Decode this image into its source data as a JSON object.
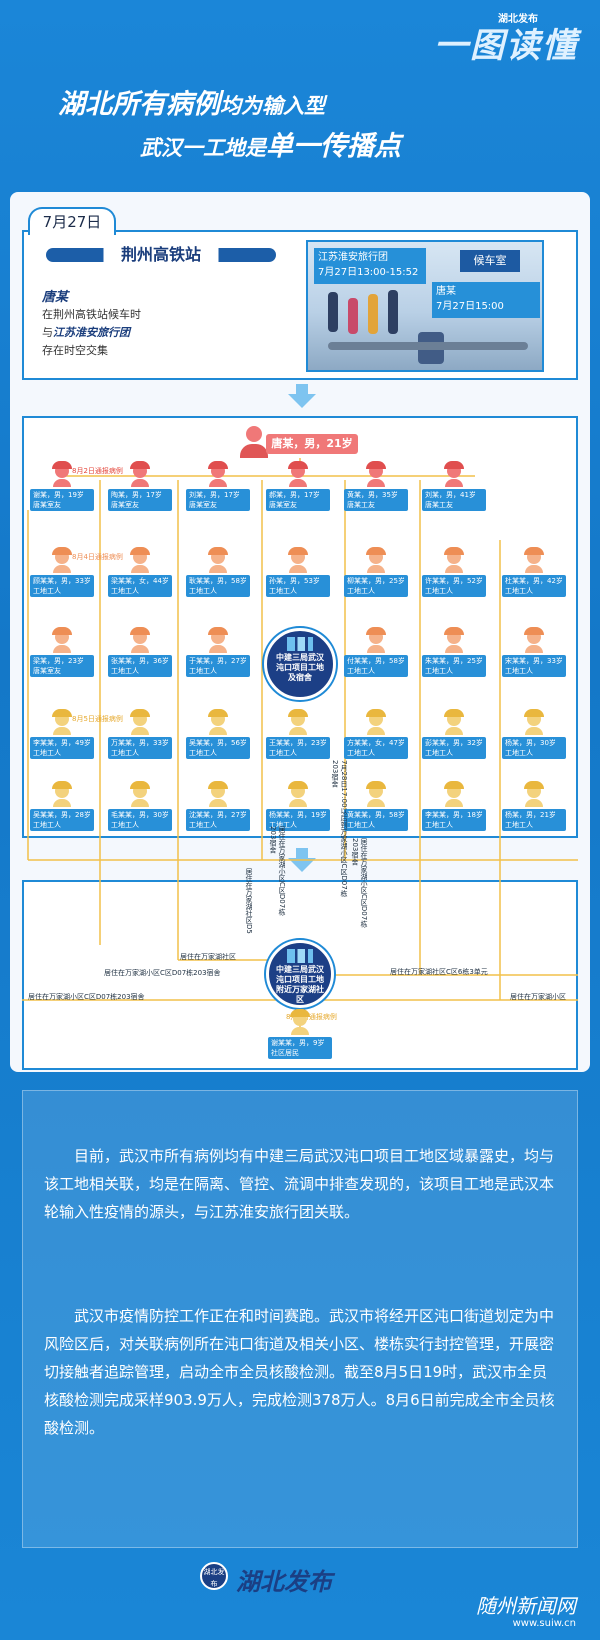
{
  "header": {
    "brand_small": "湖北发布",
    "brand_big": "一图读懂",
    "title1_a": "湖北所有病例",
    "title1_b": "均为输入型",
    "title2_a": "武汉一工地是",
    "title2_b": "单一传播点"
  },
  "section1": {
    "date": "7月27日",
    "station": "荆州高铁站",
    "person": "唐某",
    "line1": "在荆州高铁站候车时",
    "line2_prefix": "与",
    "line2_group": "江苏淮安旅行团",
    "line3": "存在时空交集",
    "photo": {
      "tag1_title": "江苏淮安旅行团",
      "tag1_time": "7月27日13:00-15:52",
      "sign": "候车室",
      "tag2_title": "唐某",
      "tag2_time": "7月27日15:00"
    }
  },
  "diagram": {
    "source": "唐某，男，21岁",
    "tag_aug2": "8月2日通报病例",
    "tag_aug4": "8月4日通报病例",
    "tag_aug5": "8月5日通报病例",
    "tag_aug5b": "8月5日通报病例",
    "rows": [
      [
        {
          "name": "谢某，男，19岁",
          "role": "唐某室友"
        },
        {
          "name": "陶某，男，17岁",
          "role": "唐某室友"
        },
        {
          "name": "刘某，男，17岁",
          "role": "唐某室友"
        },
        {
          "name": "郝某，男，17岁",
          "role": "唐某室友"
        },
        {
          "name": "黄某，男，35岁",
          "role": "唐某工友"
        },
        {
          "name": "刘某，男，41岁",
          "role": "唐某工友"
        }
      ],
      [
        {
          "name": "顾某某，男，33岁",
          "role": "工地工人"
        },
        {
          "name": "梁某某，女，44岁",
          "role": "工地工人"
        },
        {
          "name": "耿某某，男，58岁",
          "role": "工地工人"
        },
        {
          "name": "孙某，男，53岁",
          "role": "工地工人"
        },
        {
          "name": "柳某某，男，25岁",
          "role": "工地工人"
        },
        {
          "name": "许某某，男，52岁",
          "role": "工地工人"
        },
        {
          "name": "杜某某，男，42岁",
          "role": "工地工人"
        }
      ],
      [
        {
          "name": "梁某，男，23岁",
          "role": "唐某室友"
        },
        {
          "name": "张某某，男，36岁",
          "role": "工地工人"
        },
        {
          "name": "于某某，男，27岁",
          "role": "工地工人"
        },
        {
          "name": "付某某，男，58岁",
          "role": "工地工人"
        },
        {
          "name": "朱某某，男，25岁",
          "role": "工地工人"
        },
        {
          "name": "宋某某，男，33岁",
          "role": "工地工人"
        }
      ],
      [
        {
          "name": "李某某，男，49岁",
          "role": "工地工人"
        },
        {
          "name": "万某某，男，33岁",
          "role": "工地工人"
        },
        {
          "name": "吴某某，男，56岁",
          "role": "工地工人"
        },
        {
          "name": "王某某，男，23岁",
          "role": "工地工人"
        },
        {
          "name": "方某某，女，47岁",
          "role": "工地工人"
        },
        {
          "name": "彭某某，男，32岁",
          "role": "工地工人"
        },
        {
          "name": "杨某，男，30岁",
          "role": "工地工人"
        }
      ],
      [
        {
          "name": "吴某某，男，28岁",
          "role": "工地工人"
        },
        {
          "name": "毛某某，男，30岁",
          "role": "工地工人"
        },
        {
          "name": "沈某某，男，27岁",
          "role": "工地工人"
        },
        {
          "name": "杨某某，男，19岁",
          "role": "工地工人"
        },
        {
          "name": "黄某某，男，58岁",
          "role": "工地工人"
        },
        {
          "name": "李某某，男，18岁",
          "role": "工地工人"
        },
        {
          "name": "杨某，男，21岁",
          "role": "工地工人"
        }
      ]
    ],
    "site_circle": "中建三局武汉沌口项目工地及宿舍",
    "community_circle": "中建三局武汉沌口项目工地附近万家湖社区",
    "v_note1": "居住在万家湖小区C区D07栋203宿舍",
    "v_note2": "7月28日17:00以后到万家湖小区C区D07栋203宿舍",
    "v_note3": "居住在万家湖小区C区D07栋203宿舍",
    "v_note4": "居住在万家湖社区D5",
    "h_note1": "居住在万家湖社区",
    "h_note2": "居住在万家湖小区C区D07栋203宿舍",
    "h_note3": "居住在万家湖社区C区6栋3单元",
    "h_note4": "居住在万家湖小区C区D07栋203宿舍",
    "h_note5": "居住在万家湖小区",
    "bottom_case": {
      "name": "谢某某，男，9岁",
      "role": "社区居民"
    }
  },
  "text": {
    "para1": "目前，武汉市所有病例均有中建三局武汉沌口项目工地区域暴露史，均与该工地相关联，均是在隔离、管控、流调中排查发现的，该项目工地是武汉本轮输入性疫情的源头，与江苏淮安旅行团关联。",
    "para2": "武汉市疫情防控工作正在和时间赛跑。武汉市将经开区沌口街道划定为中风险区后，对关联病例所在沌口街道及相关小区、楼栋实行封控管理，开展密切接触者追踪管理，启动全市全员核酸检测。截至8月5日19时，武汉市全员核酸检测完成采样903.9万人，完成检测378万人。8月6日前完成全市全员核酸检测。"
  },
  "footer": {
    "badge": "湖北发布",
    "brand": "湖北发布",
    "watermark": "随州新闻网",
    "url": "www.suiw.cn"
  }
}
